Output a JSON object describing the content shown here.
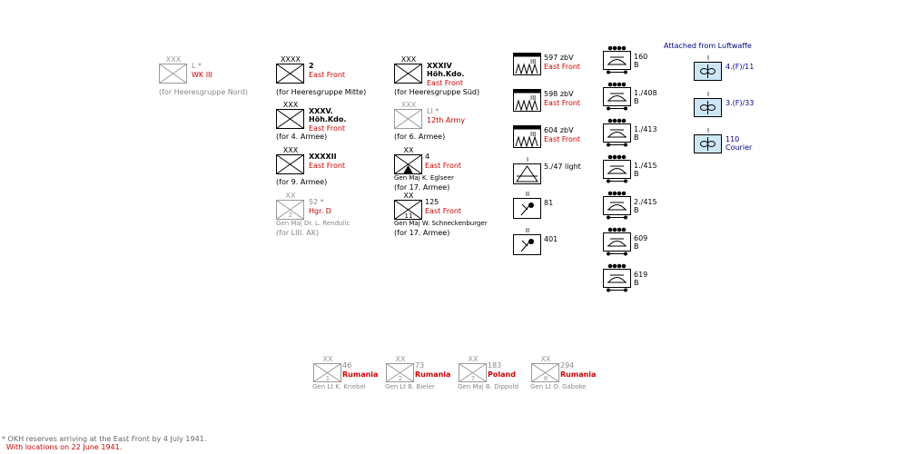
{
  "col1": {
    "u_L": {
      "echelon": "XXX",
      "num": "L *",
      "loc": "WK III",
      "caption": "(for Heeresgruppe Nord)"
    }
  },
  "col2": {
    "u_2": {
      "echelon": "XXXX",
      "num": "2",
      "loc": "East Front",
      "caption": "(for Heeresgruppe Mitte)"
    },
    "u_35": {
      "echelon": "XXX",
      "num": "XXXV.",
      "num2": "Höh.Kdo.",
      "loc": "East Front",
      "caption": "(for 4. Armee)"
    },
    "u_42": {
      "echelon": "XXX",
      "num": "XXXXII",
      "loc": "East Front",
      "caption": "(for 9. Armee)"
    },
    "u_52": {
      "echelon": "XX",
      "num": "52 *",
      "loc": "Hgr. D",
      "cmd": "Gen Maj  Dr. L. Rendulic",
      "caption": "(for LIII. AK)"
    }
  },
  "col3": {
    "u_34": {
      "echelon": "XXX",
      "num": "XXXIV",
      "num2": "Höh.Kdo.",
      "loc": "East Front",
      "caption": "(for Heeresgruppe Süd)"
    },
    "u_51": {
      "echelon": "XXX",
      "num": "LI *",
      "loc": "12th Army",
      "caption": "(for 6. Armee)"
    },
    "u_4": {
      "echelon": "XX",
      "num": "4",
      "loc": "East Front",
      "cmd": "Gen Maj  K. Eglseer",
      "caption": "(for 17. Armee)"
    },
    "u_125": {
      "echelon": "XX",
      "num": "125",
      "loc": "East Front",
      "cmd": "Gen Maj  W. Schneckenburger",
      "caption": "(for 17. Armee)"
    }
  },
  "col4": {
    "u_597": {
      "echelon": "III",
      "num": "597 zbV",
      "loc": "East Front"
    },
    "u_598": {
      "echelon": "III",
      "num": "598 zbV",
      "loc": "East Front"
    },
    "u_604": {
      "echelon": "III",
      "num": "604 zbV",
      "loc": "East Front"
    },
    "u_547": {
      "echelon": "I",
      "num": "5./47 light"
    },
    "u_81": {
      "echelon": "II",
      "num": "81"
    },
    "u_401": {
      "echelon": "II",
      "num": "401"
    }
  },
  "col5": {
    "units": [
      {
        "num": "160",
        "sub": "B"
      },
      {
        "num": "1./408",
        "sub": "B"
      },
      {
        "num": "1./413",
        "sub": "B"
      },
      {
        "num": "1./415",
        "sub": "B"
      },
      {
        "num": "2./415",
        "sub": "B"
      },
      {
        "num": "609",
        "sub": "B"
      },
      {
        "num": "619",
        "sub": "B"
      }
    ]
  },
  "col6": {
    "heading": "Attached from Luftwaffe",
    "units": [
      {
        "echelon": "I",
        "num": "4.(F)/11"
      },
      {
        "echelon": "I",
        "num": "3.(F)/33"
      },
      {
        "echelon": "I",
        "num": "110",
        "sub": "Courier"
      }
    ]
  },
  "bottom": {
    "units": [
      {
        "echelon": "XX",
        "mark": "1",
        "num": "46",
        "loc": "Rumania",
        "cmd": "Gen Lt  K. Kriebel"
      },
      {
        "echelon": "XX",
        "mark": "2",
        "num": "73",
        "loc": "Rumania",
        "cmd": "Gen Lt  B. Bieler"
      },
      {
        "echelon": "XX",
        "mark": "7",
        "num": "183",
        "loc": "Poland",
        "cmd": "Gen Maj  B. Dippold"
      },
      {
        "echelon": "XX",
        "mark": "8",
        "num": "294",
        "loc": "Rumania",
        "cmd": "Gen Lt  O. Gaboke"
      }
    ]
  },
  "footnote": {
    "line1": "* OKH reserves arriving at the East Front by 4 July 1941.",
    "line2": "With locations on 22 June 1941."
  }
}
